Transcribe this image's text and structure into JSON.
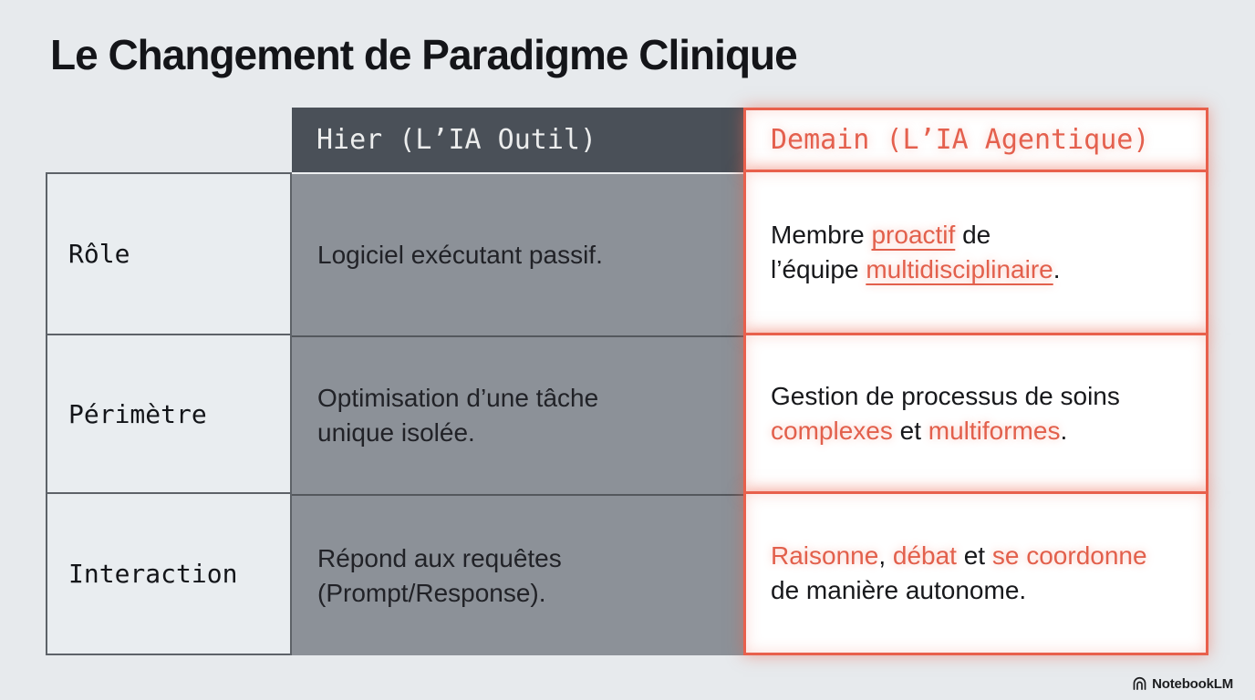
{
  "title": "Le Changement de Paradigme Clinique",
  "table": {
    "header": {
      "hier": "Hier (L’IA Outil)",
      "demain": "Demain (L’IA Agentique)"
    },
    "rows": [
      {
        "label": "Rôle",
        "hier": "Logiciel exécutant passif.",
        "demain": [
          {
            "text": "Membre ",
            "style": "plain"
          },
          {
            "text": "proactif",
            "style": "red-underline"
          },
          {
            "text": " de\nl’équipe ",
            "style": "plain"
          },
          {
            "text": "multidisciplinaire",
            "style": "red-underline"
          },
          {
            "text": ".",
            "style": "plain"
          }
        ]
      },
      {
        "label": "Périmètre",
        "hier": "Optimisation d’une tâche\nunique isolée.",
        "demain": [
          {
            "text": "Gestion de processus de soins\n",
            "style": "plain"
          },
          {
            "text": "complexes",
            "style": "red"
          },
          {
            "text": " et ",
            "style": "plain"
          },
          {
            "text": "multiformes",
            "style": "red"
          },
          {
            "text": ".",
            "style": "plain"
          }
        ]
      },
      {
        "label": "Interaction",
        "hier": "Répond aux requêtes\n(Prompt/Response).",
        "demain": [
          {
            "text": "Raisonne",
            "style": "red"
          },
          {
            "text": ", ",
            "style": "plain"
          },
          {
            "text": "débat",
            "style": "red"
          },
          {
            "text": " et ",
            "style": "plain"
          },
          {
            "text": "se coordonne",
            "style": "red"
          },
          {
            "text": "\nde manière autonome.",
            "style": "plain"
          }
        ]
      }
    ]
  },
  "footer": {
    "brand": "NotebookLM"
  },
  "colors": {
    "accent_red": "#E8604C",
    "header_dark": "#4A5058",
    "mid_gray": "#8C9198",
    "label_cell_bg": "#E9EDF0",
    "page_bg": "#E7EAED",
    "demain_bg": "#FFFFFF",
    "title_text": "#141519"
  }
}
